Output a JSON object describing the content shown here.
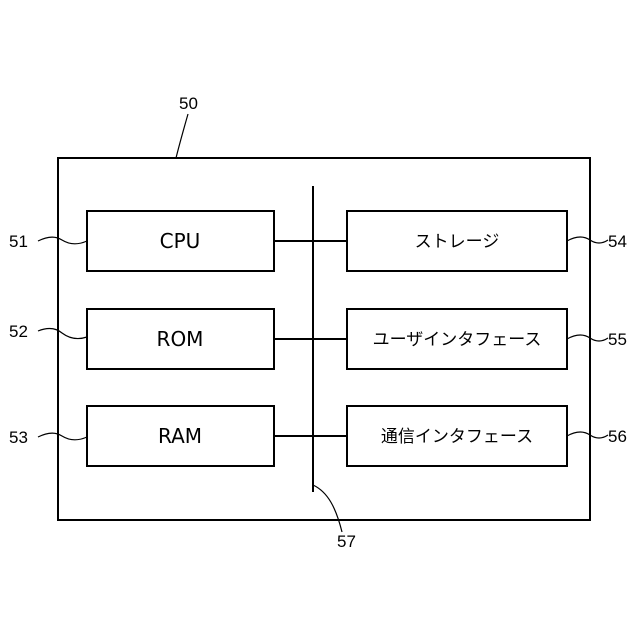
{
  "outer": {
    "ref": "50"
  },
  "bus": {
    "ref": "57"
  },
  "left_blocks": [
    {
      "label": "CPU",
      "ref": "51"
    },
    {
      "label": "ROM",
      "ref": "52"
    },
    {
      "label": "RAM",
      "ref": "53"
    }
  ],
  "right_blocks": [
    {
      "label": "ストレージ",
      "ref": "54"
    },
    {
      "label": "ユーザインタフェース",
      "ref": "55"
    },
    {
      "label": "通信インタフェース",
      "ref": "56"
    }
  ]
}
